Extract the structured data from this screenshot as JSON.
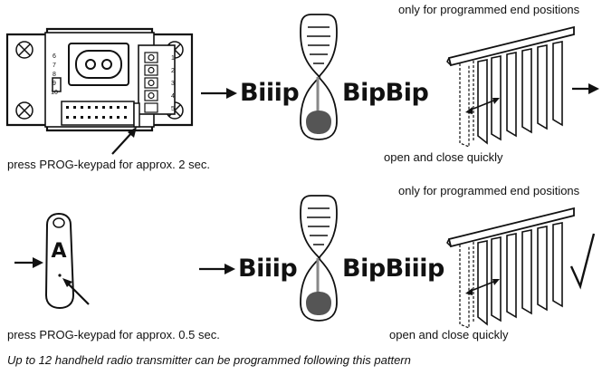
{
  "row1": {
    "note_top": "only for programmed end positions",
    "caption_device": "press PROG-keypad for approx. 2 sec.",
    "sound_long": "Biiip",
    "sound_result": "BipBip",
    "caption_blind": "open and close quickly",
    "terminal_labels": [
      "6",
      "7",
      "8",
      "9",
      "10",
      "1",
      "2",
      "3",
      "4",
      "5"
    ]
  },
  "row2": {
    "note_top": "only for programmed end positions",
    "transmitter_key": "A",
    "caption_device": "press PROG-keypad for approx. 0.5 sec.",
    "sound_long": "Biiip",
    "sound_result": "BipBiiip",
    "caption_blind": "open and close quickly",
    "success_icon": "checkmark-icon"
  },
  "footer": {
    "note": "Up to 12 handheld radio transmitter can be programmed following this pattern"
  }
}
